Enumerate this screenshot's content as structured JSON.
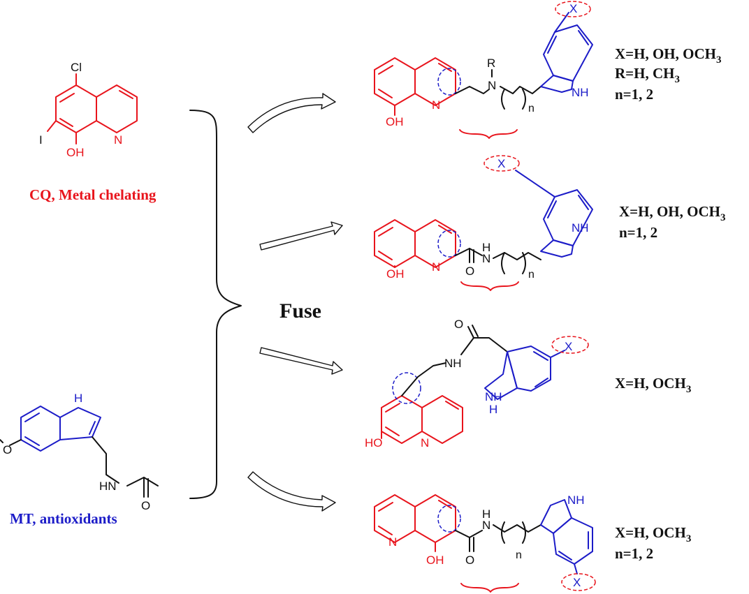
{
  "atoms": {
    "cl": "Cl",
    "i": "I",
    "oh": "OH",
    "ho": "HO",
    "n": "N",
    "nh": "NH",
    "h": "H",
    "o": "O",
    "r": "R",
    "x": "X",
    "hn": "HN",
    "idx_n": "n"
  },
  "left": {
    "cq_label": "CQ, Metal chelating",
    "mt_label": "MT, antioxidants"
  },
  "center": {
    "fuse": "Fuse"
  },
  "conditions": {
    "c1_line1": "X=H, OH, OCH",
    "c1_line1_sub": "3",
    "c1_line2": "R=H, CH",
    "c1_line2_sub": "3",
    "c1_line3": "n=1, 2",
    "c2_line1": "X=H, OH, OCH",
    "c2_line1_sub": "3",
    "c2_line2": "n=1, 2",
    "c3_line1": "X=H, OCH",
    "c3_line1_sub": "3",
    "c4_line1": "X=H, OCH",
    "c4_line1_sub": "3",
    "c4_line2": "n=1, 2"
  },
  "colors": {
    "chelator_fragment": "#e8141c",
    "antioxidant_fragment": "#1c1cc8",
    "linker": "#111111"
  }
}
